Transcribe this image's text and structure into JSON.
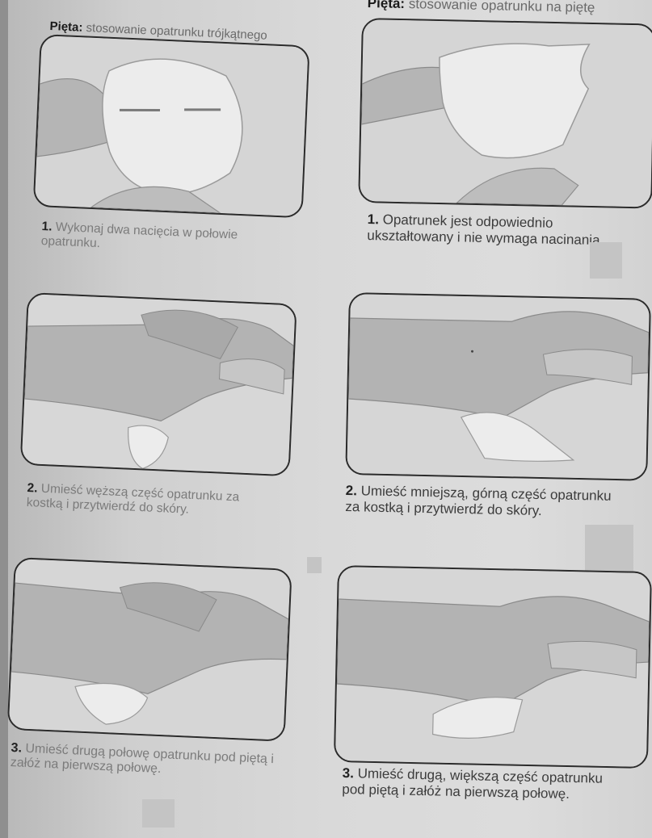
{
  "left_column": {
    "title_bold": "Pięta:",
    "title_rest": "stosowanie opatrunku trójkątnego",
    "steps": [
      {
        "num": "1.",
        "text": "Wykonaj dwa nacięcia w połowie opatrunku."
      },
      {
        "num": "2.",
        "text": "Umieść węższą część opatrunku za kostką i przytwierdź do skóry."
      },
      {
        "num": "3.",
        "text": "Umieść drugą połowę opatrunku pod piętą i załóż na pierwszą połowę."
      }
    ]
  },
  "right_column": {
    "title_bold": "Pięta:",
    "title_rest": "stosowanie opatrunku na piętę",
    "steps": [
      {
        "num": "1.",
        "text": "Opatrunek jest odpowiednio ukształtowany i nie wymaga nacinania."
      },
      {
        "num": "2.",
        "text": "Umieść mniejszą, górną część opatrunku za kostką i przytwierdź do skóry."
      },
      {
        "num": "3.",
        "text": "Umieść drugą, większą część opatrunku pod piętą i załóż na pierwszą połowę."
      }
    ]
  }
}
